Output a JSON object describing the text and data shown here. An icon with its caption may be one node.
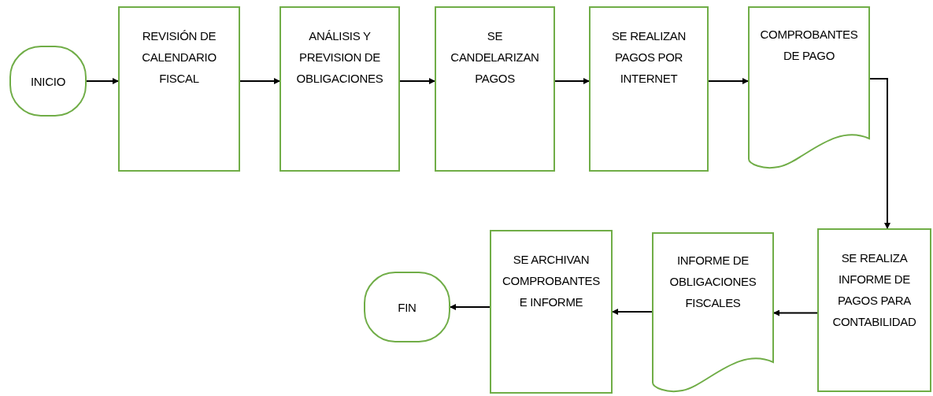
{
  "diagram": {
    "nodes": [
      {
        "text": [
          "INICIO"
        ]
      },
      {
        "text": [
          "REVISIÓN DE CALENDARIO FISCAL"
        ]
      },
      {
        "text": [
          "ANÁLISIS Y PREVISION DE OBLIGACIONES"
        ]
      },
      {
        "text": [
          "SE CANDELARIZAN PAGOS"
        ]
      },
      {
        "text": [
          "SE REALIZAN PAGOS POR INTERNET"
        ]
      },
      {
        "text": [
          "COMPROBANTES DE PAGO"
        ]
      },
      {
        "text": [
          "SE REALIZA INFORME DE PAGOS PARA CONTABILIDAD"
        ]
      },
      {
        "text": [
          "INFORME DE OBLIGACIONES FISCALES"
        ]
      },
      {
        "text": [
          "SE ARCHIVAN COMPROBANTES E INFORME"
        ]
      },
      {
        "text": [
          "FIN"
        ]
      }
    ],
    "edges": [
      {
        "from": 0,
        "to": 1,
        "arrow": "to"
      },
      {
        "from": 1,
        "to": 2,
        "arrow": "to"
      },
      {
        "from": 2,
        "to": 3,
        "arrow": "to"
      },
      {
        "from": 3,
        "to": 4,
        "arrow": "to"
      },
      {
        "from": 4,
        "to": 5,
        "arrow": "to"
      },
      {
        "from": 5,
        "to": 6,
        "arrow": "to"
      },
      {
        "from": 6,
        "to": 7,
        "arrow": "to"
      },
      {
        "from": 7,
        "to": 8,
        "arrow": "to"
      },
      {
        "from": 8,
        "to": 9,
        "arrow": "to"
      }
    ]
  }
}
